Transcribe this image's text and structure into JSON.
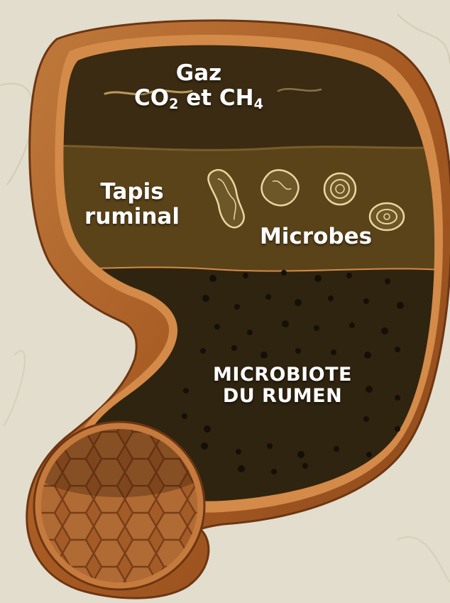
{
  "diagram": {
    "labels": {
      "gas_title": "Gaz",
      "gas_formula_prefix": "CO",
      "gas_co2_sub": "2",
      "gas_formula_mid": " et CH",
      "gas_ch4_sub": "4",
      "mat_line1": "Tapis",
      "mat_line2": "ruminal",
      "microbes": "Microbes",
      "microbiota_line1": "MICROBIOTE",
      "microbiota_line2": "DU RUMEN"
    },
    "colors": {
      "background": "#e2ddcc",
      "wall_outer": "#a95e24",
      "wall_inner": "#d48a48",
      "gas_layer": "#3a2b12",
      "mat_layer": "#5a4319",
      "liquid_layer": "#2f2410",
      "particle": "#141008",
      "microbe_outline": "#e8d7a0",
      "reticulum": "#9a5a2a"
    },
    "icons": [
      "microbe-cell-icon",
      "honeycomb-pattern"
    ]
  }
}
